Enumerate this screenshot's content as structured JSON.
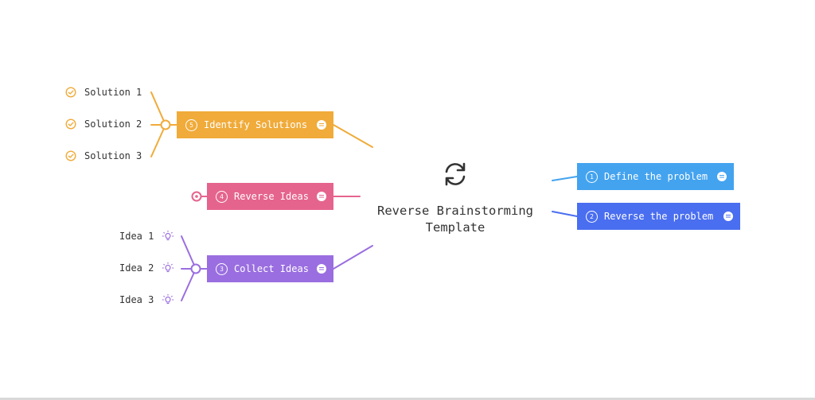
{
  "central_topic": {
    "title": "Reverse Brainstorming Template",
    "icon": "refresh-cycle-icon",
    "text_color": "#333333"
  },
  "branches": {
    "define_problem": {
      "number": "1",
      "label": "Define the problem",
      "color": "#43a3ef",
      "has_note": true
    },
    "reverse_problem": {
      "number": "2",
      "label": "Reverse the problem",
      "color": "#4a6ef0",
      "has_note": true
    },
    "collect_ideas": {
      "number": "3",
      "label": "Collect Ideas",
      "color": "#9a6ee0",
      "has_note": true,
      "children": [
        {
          "label": "Idea 1",
          "icon": "lightbulb-icon"
        },
        {
          "label": "Idea 2",
          "icon": "lightbulb-icon"
        },
        {
          "label": "Idea 3",
          "icon": "lightbulb-icon"
        }
      ]
    },
    "reverse_ideas": {
      "number": "4",
      "label": "Reverse Ideas",
      "color": "#e5648d",
      "has_note": true,
      "collapsed": true
    },
    "identify_solutions": {
      "number": "5",
      "label": "Identify Solutions",
      "color": "#f0ab3a",
      "has_note": true,
      "children": [
        {
          "label": "Solution 1",
          "icon": "check-circle-icon"
        },
        {
          "label": "Solution 2",
          "icon": "check-circle-icon"
        },
        {
          "label": "Solution 3",
          "icon": "check-circle-icon"
        }
      ]
    }
  }
}
